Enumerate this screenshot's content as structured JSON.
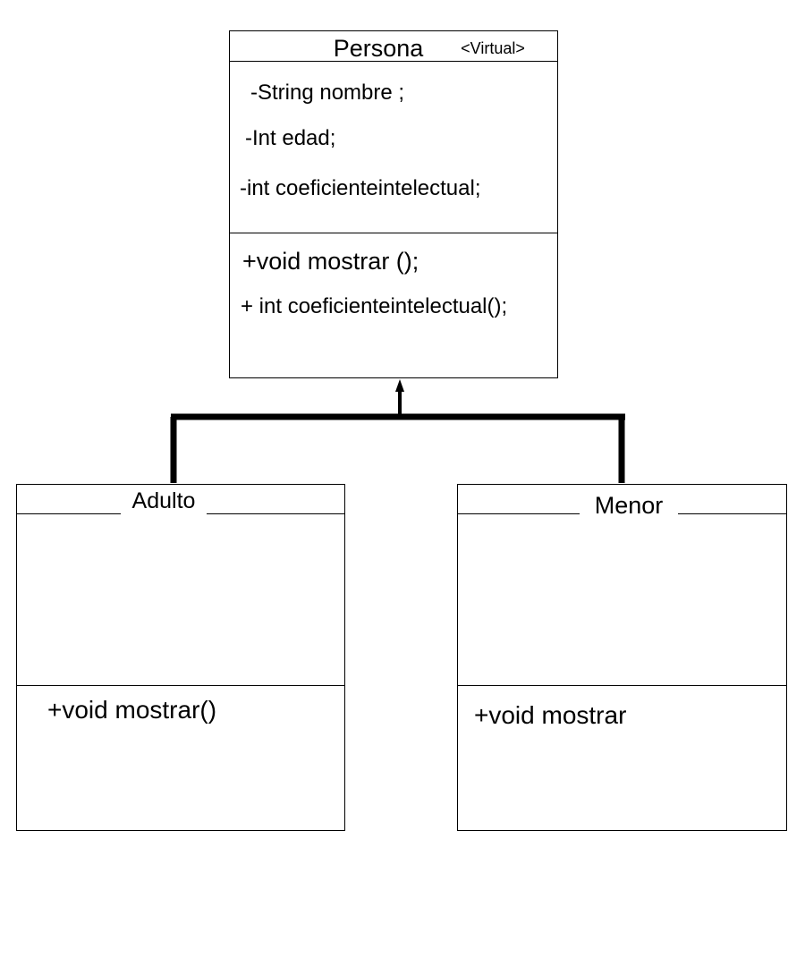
{
  "classes": {
    "persona": {
      "name": "Persona",
      "stereotype": "<Virtual>",
      "attributes": [
        "-String nombre ;",
        "-Int edad;",
        "-int coeficienteintelectual;"
      ],
      "methods": [
        "+void mostrar ();",
        "+ int coeficienteintelectual();"
      ]
    },
    "adulto": {
      "name": "Adulto",
      "methods": [
        "+void mostrar()"
      ]
    },
    "menor": {
      "name": "Menor",
      "methods": [
        "+void mostrar"
      ]
    }
  },
  "colors": {
    "line": "#000000",
    "background": "#ffffff"
  }
}
